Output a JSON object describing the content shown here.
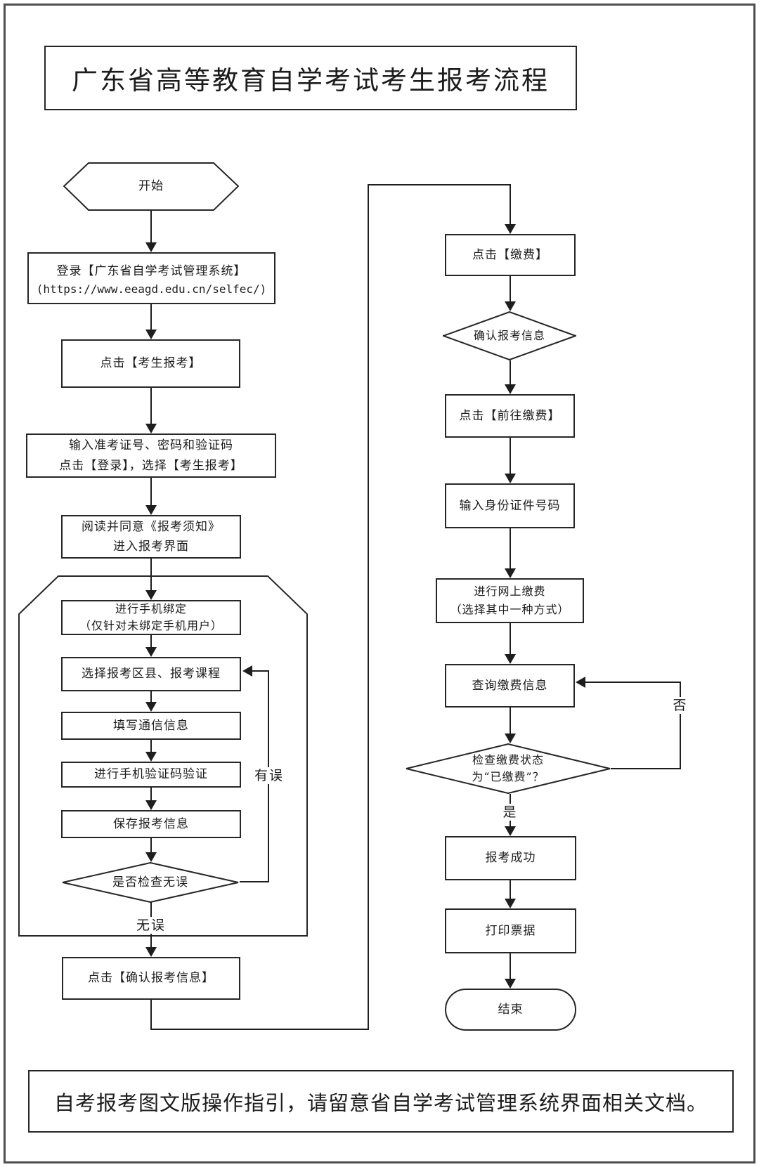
{
  "title": "广东省高等教育自学考试考生报考流程",
  "footer": {
    "note": "自考报考图文版操作指引，请留意省自学考试管理系统界面相关文档。"
  },
  "flow": {
    "start": "开始",
    "login_line1": "登录【广东省自学考试管理系统】",
    "login_line2": "(https://www.eeagd.edu.cn/selfec/)",
    "click_candidate_register": "点击【考生报考】",
    "input_credentials": "输入准考证号、密码和验证码\n点击【登录】，选择【考生报考】",
    "read_notice": "阅读并同意《报考须知》\n进入报考界面",
    "bind_phone": "进行手机绑定\n（仅针对未绑定手机用户）",
    "select_district_courses": "选择报考区县、报考课程",
    "fill_contact": "填写通信信息",
    "sms_verify": "进行手机验证码验证",
    "save_info": "保存报考信息",
    "check_ok": "是否检查无误",
    "confirm_info": "点击【确认报考信息】",
    "click_pay": "点击【缴费】",
    "confirm_reg": "确认报考信息",
    "goto_pay": "点击【前往缴费】",
    "input_id": "输入身份证件号码",
    "online_pay": "进行网上缴费\n（选择其中一种方式）",
    "query_pay": "查询缴费信息",
    "check_paid": "检查缴费状态\n为“已缴费”？",
    "success": "报考成功",
    "print_receipt": "打印票据",
    "end": "结束"
  },
  "labels": {
    "error": "有误",
    "no_error": "无误",
    "yes": "是",
    "no": "否"
  }
}
